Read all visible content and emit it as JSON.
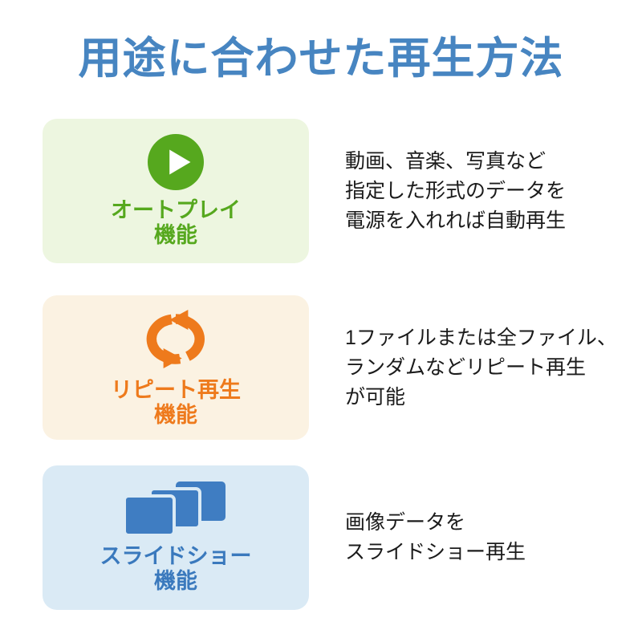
{
  "page": {
    "title": "用途に合わせた再生方法",
    "background_color": "#ffffff",
    "title_color": "#4785c1",
    "text_color": "#1b1b1b"
  },
  "sections": [
    {
      "name": "autoplay",
      "icon": "play-icon",
      "accent_color": "#56a81e",
      "card_bg_color": "#edf6e0",
      "label_line1": "オートプレイ",
      "label_line2": "機能",
      "desc_lines": [
        "動画、音楽、写真など",
        "指定した形式のデータを",
        "電源を入れれば自動再生"
      ]
    },
    {
      "name": "repeat",
      "icon": "repeat-icon",
      "accent_color": "#ee7a1c",
      "card_bg_color": "#fbf2e2",
      "label_line1": "リピート再生",
      "label_line2": "機能",
      "desc_lines": [
        "1ファイルまたは全ファイル、",
        "ランダムなどリピート再生",
        "が可能"
      ]
    },
    {
      "name": "slideshow",
      "icon": "slideshow-icon",
      "accent_color": "#3a79bd",
      "card_bg_color": "#daeaf5",
      "label_line1": "スライドショー",
      "label_line2": "機能",
      "desc_lines": [
        "画像データを",
        "スライドショー再生"
      ]
    }
  ]
}
